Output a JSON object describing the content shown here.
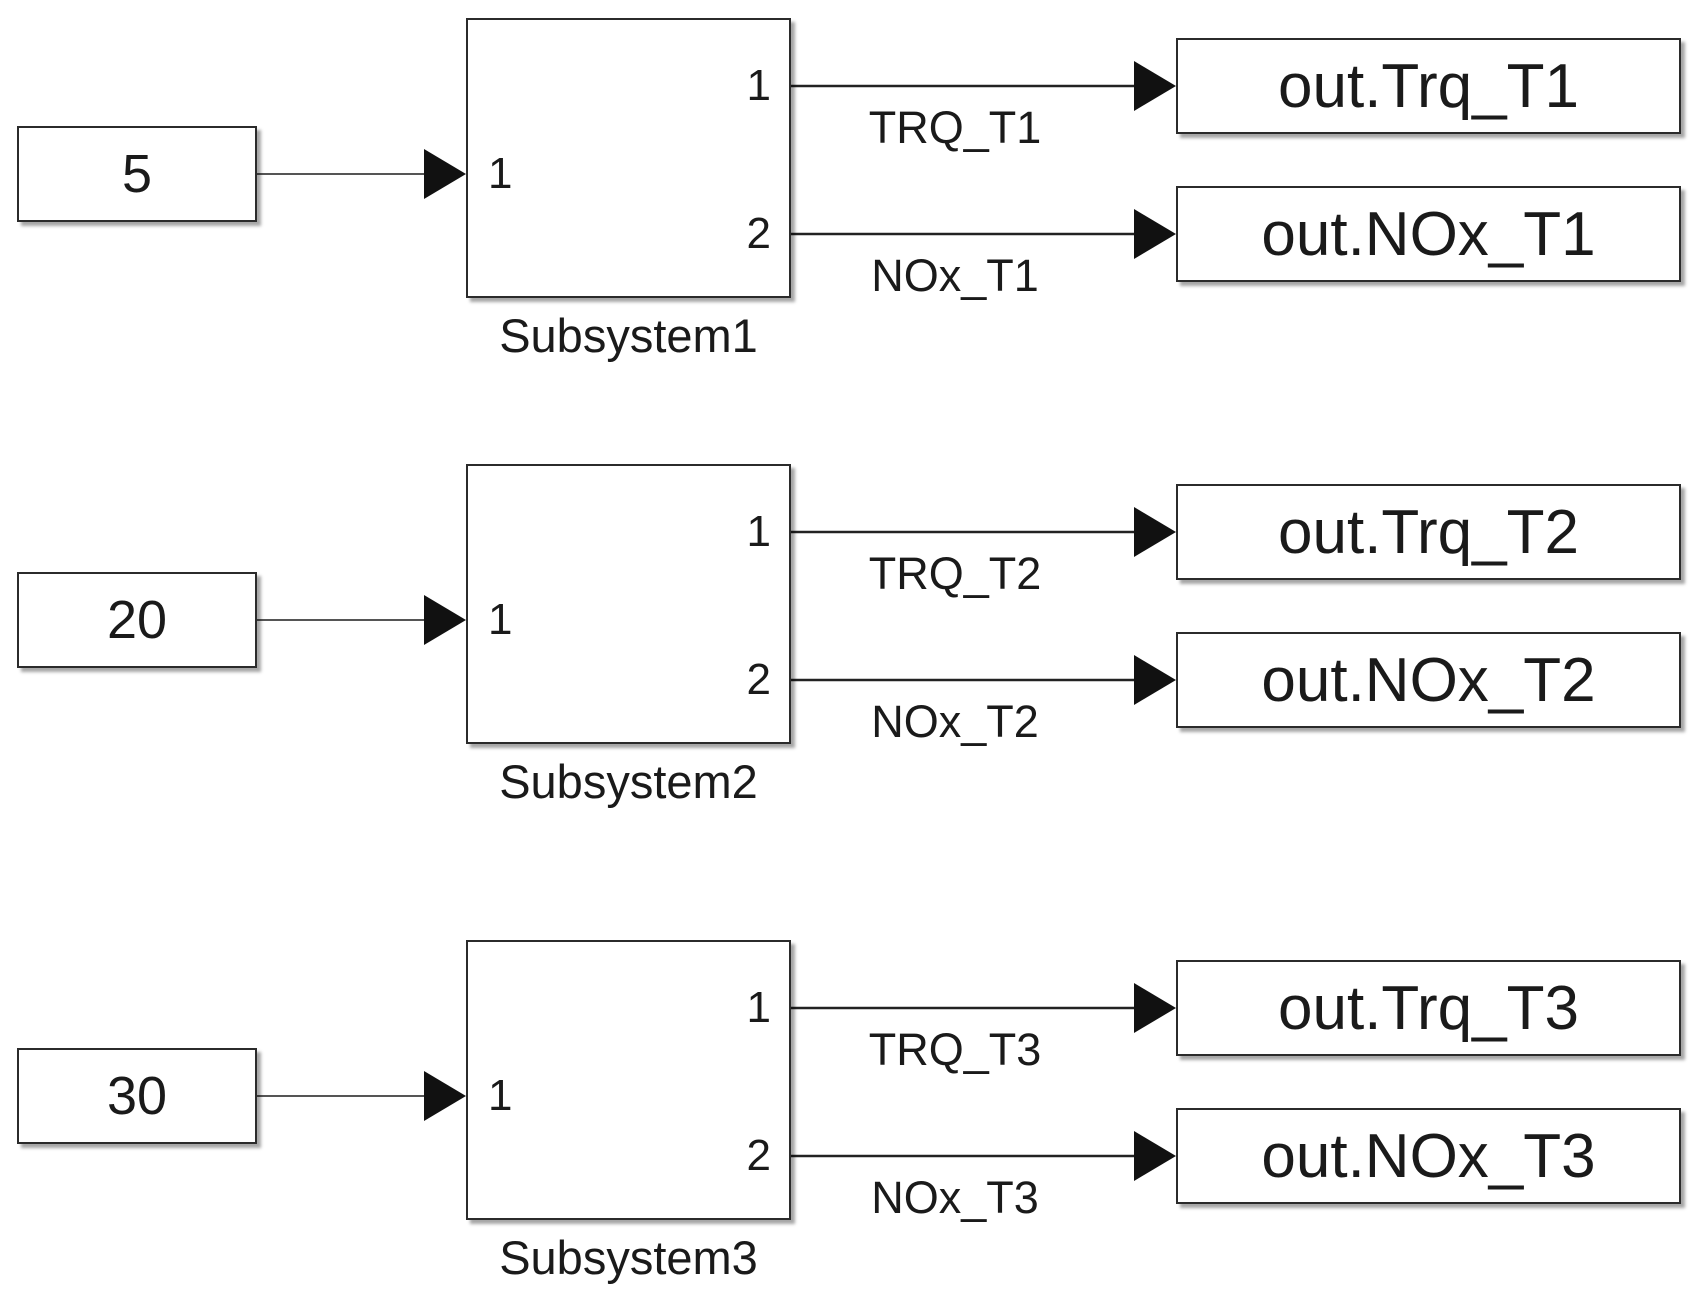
{
  "rows": [
    {
      "constant": "5",
      "subsystem": {
        "name": "Subsystem1",
        "in_port": "1",
        "out_ports": [
          "1",
          "2"
        ]
      },
      "signals": [
        "TRQ_T1",
        "NOx_T1"
      ],
      "outputs": [
        "out.Trq_T1",
        "out.NOx_T1"
      ]
    },
    {
      "constant": "20",
      "subsystem": {
        "name": "Subsystem2",
        "in_port": "1",
        "out_ports": [
          "1",
          "2"
        ]
      },
      "signals": [
        "TRQ_T2",
        "NOx_T2"
      ],
      "outputs": [
        "out.Trq_T2",
        "out.NOx_T2"
      ]
    },
    {
      "constant": "30",
      "subsystem": {
        "name": "Subsystem3",
        "in_port": "1",
        "out_ports": [
          "1",
          "2"
        ]
      },
      "signals": [
        "TRQ_T3",
        "NOx_T3"
      ],
      "outputs": [
        "out.Trq_T3",
        "out.NOx_T3"
      ]
    }
  ]
}
